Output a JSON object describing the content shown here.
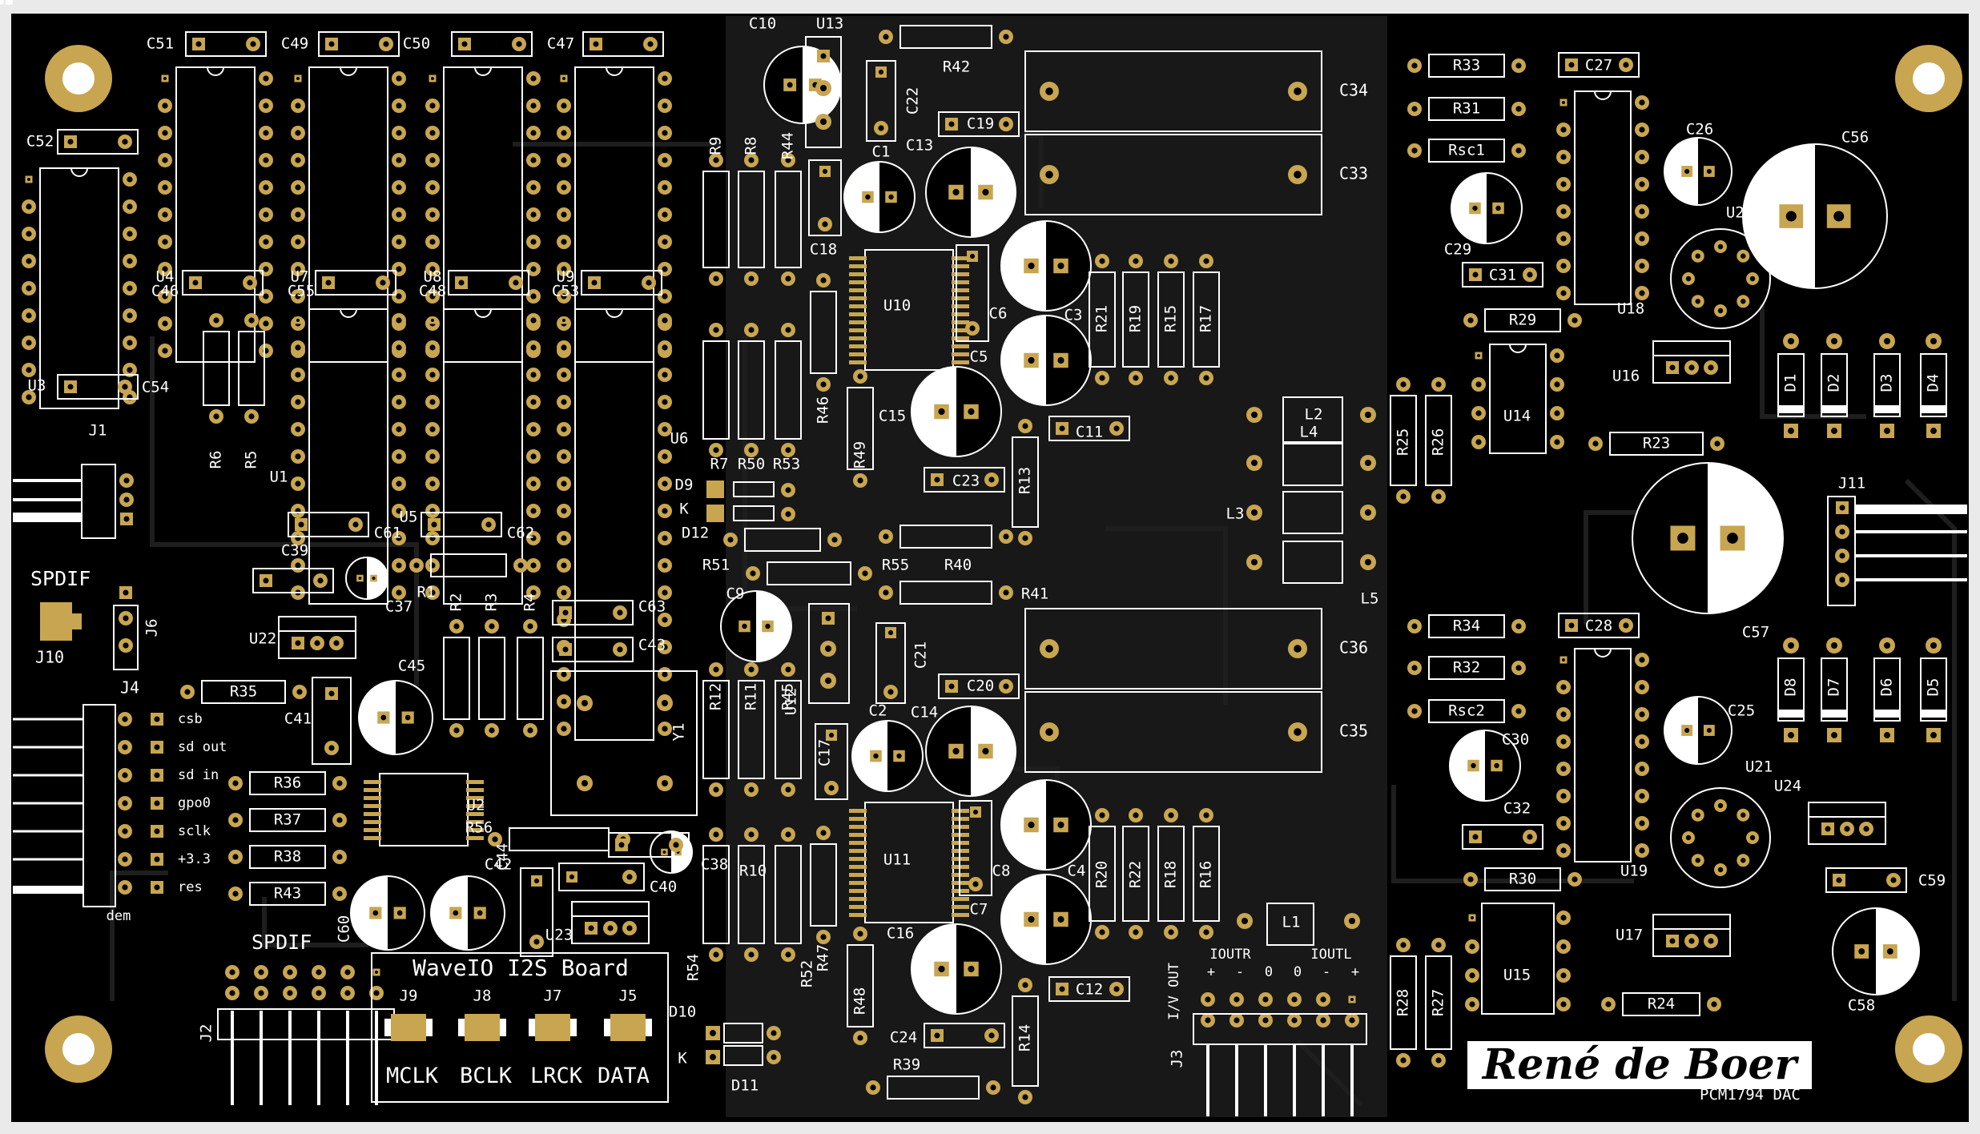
{
  "board": {
    "signature": "René de Boer",
    "subtitle": "PCM1794 DAC",
    "title_box": "WaveIO I2S Board",
    "spdif_left": "SPDIF",
    "spdif_bottom": "SPDIF",
    "bottom_labels": [
      "MCLK",
      "BCLK",
      "LRCK",
      "DATA"
    ],
    "connector_pins": [
      "J9",
      "J8",
      "J7",
      "J5"
    ],
    "j4_signals": [
      "csb",
      "sd out",
      "sd in",
      "gpo0",
      "sclk",
      "+3.3",
      "res"
    ],
    "j4_footer": "dem",
    "iout_labels": [
      "IOUTR",
      "IOUTL"
    ],
    "iout_polarity": [
      "+",
      "-",
      "0",
      "0",
      "-",
      "+"
    ],
    "iv_label": "I/V OUT"
  },
  "components": [
    "C51",
    "C49",
    "C50",
    "C47",
    "C52",
    "C46",
    "C55",
    "C48",
    "C53",
    "C54",
    "C61",
    "C62",
    "C39",
    "C37",
    "C63",
    "C43",
    "C45",
    "C41",
    "C44",
    "C42",
    "C60",
    "C38",
    "C40",
    "C10",
    "C22",
    "C19",
    "C13",
    "C1",
    "C18",
    "C6",
    "C3",
    "C5",
    "C15",
    "C11",
    "C23",
    "C9",
    "C21",
    "C20",
    "C14",
    "C2",
    "C17",
    "C8",
    "C4",
    "C7",
    "C16",
    "C12",
    "C24",
    "C34",
    "C33",
    "C36",
    "C35",
    "C27",
    "C26",
    "C56",
    "C29",
    "C31",
    "C57",
    "C28",
    "C25",
    "C30",
    "C32",
    "C59",
    "C58",
    "R9",
    "R8",
    "R44",
    "R42",
    "R46",
    "R49",
    "R7",
    "R50",
    "R53",
    "R51",
    "R55",
    "R40",
    "R41",
    "R12",
    "R11",
    "R45",
    "R10",
    "R54",
    "R52",
    "R47",
    "R48",
    "R39",
    "R13",
    "R14",
    "R21",
    "R19",
    "R15",
    "R17",
    "R20",
    "R22",
    "R18",
    "R16",
    "R6",
    "R5",
    "R1",
    "R2",
    "R3",
    "R4",
    "R35",
    "R36",
    "R37",
    "R38",
    "R43",
    "R56",
    "R33",
    "R31",
    "Rsc1",
    "R29",
    "R25",
    "R26",
    "R23",
    "R34",
    "R32",
    "Rsc2",
    "R30",
    "R28",
    "R27",
    "R24",
    "U13",
    "U10",
    "U11",
    "U12",
    "U4",
    "U7",
    "U8",
    "U9",
    "U3",
    "U1",
    "U5",
    "U6",
    "U22",
    "U2",
    "U23",
    "U18",
    "U20",
    "U16",
    "U14",
    "U19",
    "U21",
    "U24",
    "U17",
    "U15",
    "J1",
    "J6",
    "J10",
    "J4",
    "J2",
    "J3",
    "J11",
    "Y1",
    "D9",
    "D12",
    "D10",
    "D11",
    "D1",
    "D2",
    "D3",
    "D4",
    "D8",
    "D7",
    "D6",
    "D5",
    "K",
    "K",
    "L2",
    "L4",
    "L3",
    "L5",
    "L1"
  ],
  "colors": {
    "board": "#000000",
    "frame": "#eaeaea",
    "copper": "#c8a550",
    "silk": "#ffffff",
    "trace": "#1e1e1e",
    "gnd_pour": "#181818"
  }
}
